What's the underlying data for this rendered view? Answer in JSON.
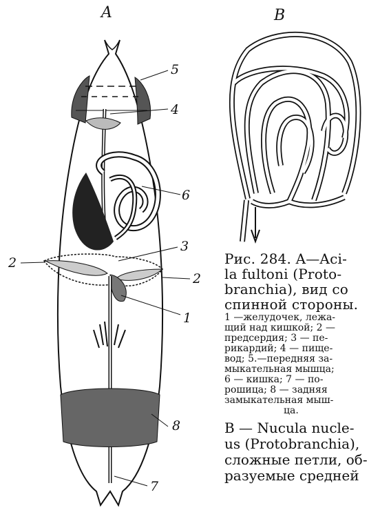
{
  "panels": {
    "a": "A",
    "b": "B"
  },
  "callouts": [
    "5",
    "4",
    "6",
    "3",
    "2",
    "2",
    "1",
    "8",
    "7"
  ],
  "caption": {
    "main_lines": [
      "Рис. 284. A—Aci-",
      "la fultoni (Proto-",
      "branchia), вид со",
      "спинной стороны."
    ],
    "legend_lines": [
      "1 —желудочек, лежа-",
      "щий над кишкой; 2 —",
      "предсердия;  3 — пе-",
      "рикардий; 4 — пище-",
      "вод; 5.—передняя за-",
      "мыкательная мышца;",
      "6 — кишка;  7 — по-",
      "рошица;  8 — задняя",
      "замыкательная мыш-",
      "ца."
    ],
    "b_lines": [
      "B — Nucula nucle-",
      "us (Protobranchia),",
      "сложные петли, об-",
      "разуемые средней"
    ]
  }
}
